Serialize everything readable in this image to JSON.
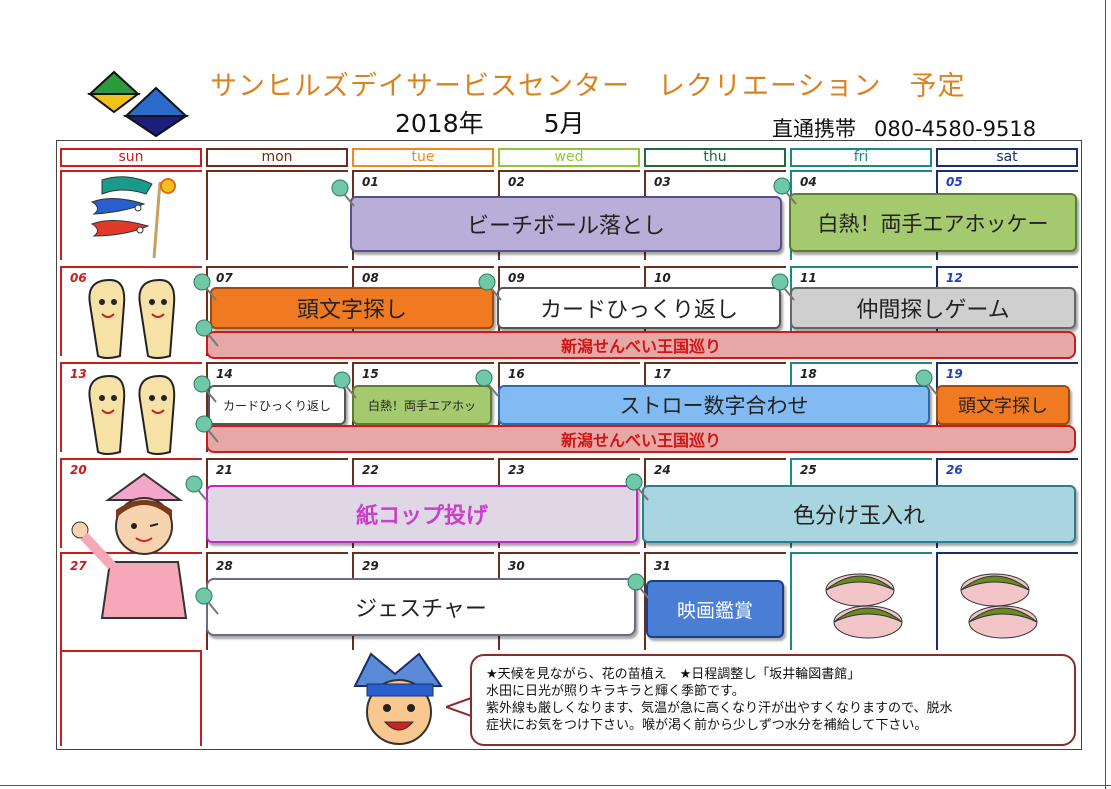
{
  "header": {
    "title": "サンヒルズデイサービスセンター　レクリエーション　予定",
    "year": "2018年",
    "month": "5月",
    "contact_label": "直通携帯",
    "contact_phone": "080-4580-9518"
  },
  "weekdays": [
    {
      "label": "sun",
      "color": "#cc1b1b"
    },
    {
      "label": "mon",
      "color": "#6b2e1b"
    },
    {
      "label": "tue",
      "color": "#ef8a1c"
    },
    {
      "label": "wed",
      "color": "#8ec53b"
    },
    {
      "label": "thu",
      "color": "#1d6b3d"
    },
    {
      "label": "fri",
      "color": "#1a8a86"
    },
    {
      "label": "sat",
      "color": "#1a2f6b"
    }
  ],
  "days": {
    "d01": "01",
    "d02": "02",
    "d03": "03",
    "d04": "04",
    "d05": "05",
    "d06": "06",
    "d07": "07",
    "d08": "08",
    "d09": "09",
    "d10": "10",
    "d11": "11",
    "d12": "12",
    "d13": "13",
    "d14": "14",
    "d15": "15",
    "d16": "16",
    "d17": "17",
    "d18": "18",
    "d19": "19",
    "d20": "20",
    "d21": "21",
    "d22": "22",
    "d23": "23",
    "d24": "24",
    "d25": "25",
    "d26": "26",
    "d27": "27",
    "d28": "28",
    "d29": "29",
    "d30": "30",
    "d31": "31"
  },
  "events": {
    "beach_ball": "ビーチボール落とし",
    "air_hockey": "白熱！両手エアホッケー",
    "initials": "頭文字探し",
    "card_flip": "カードひっくり返し",
    "friends": "仲間探しゲーム",
    "senbei": "新潟せんべい王国巡り",
    "card_flip_small": "カードひっくり返し",
    "air_hockey_small": "白熱！両手エアホッ",
    "straw": "ストロー数字合わせ",
    "initials2": "頭文字探し",
    "senbei2": "新潟せんべい王国巡り",
    "cup_toss": "紙コップ投げ",
    "color_ball": "色分け玉入れ",
    "gesture": "ジェスチャー",
    "movie": "映画鑑賞"
  },
  "note": {
    "line1": "★天候を見ながら、花の苗植え　★日程調整し「坂井輪図書館」",
    "line2": "水田に日光が照りキラキラと輝く季節です。",
    "line3": "紫外線も厳しくなります、気温が急に高くなり汗が出やすくなりますので、脱水",
    "line4": "症状にお気をつけ下さい。喉が渇く前から少しずつ水分を補給して下さい。"
  }
}
